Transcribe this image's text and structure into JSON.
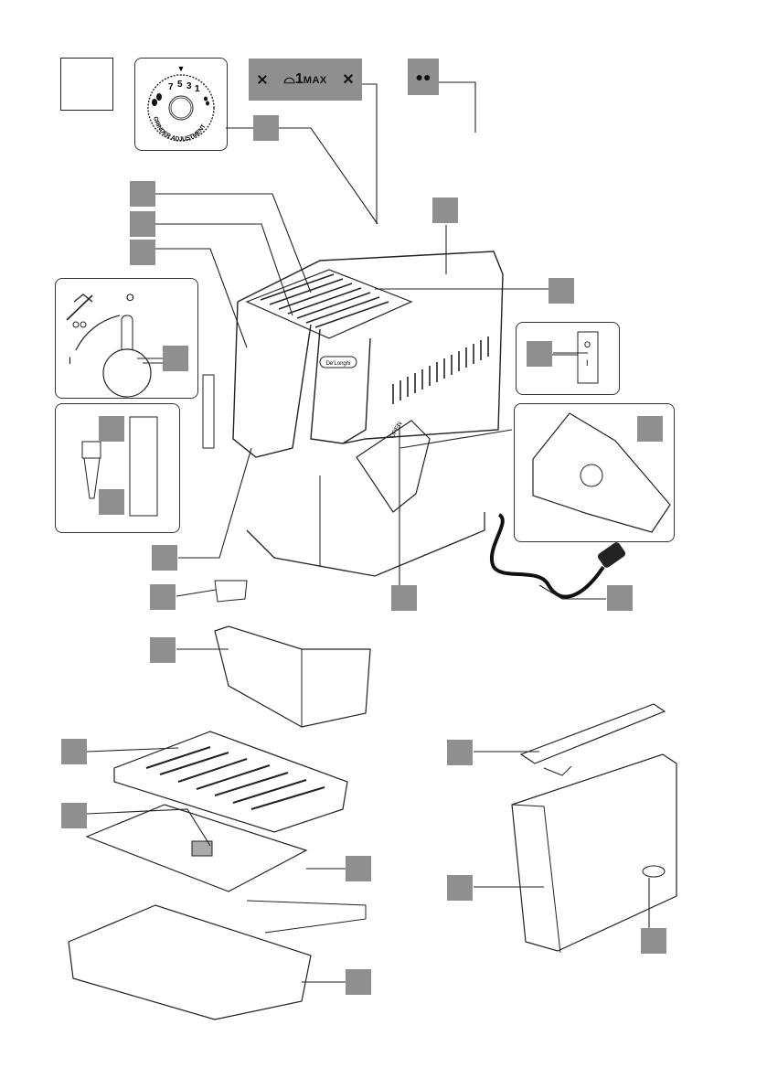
{
  "figure": {
    "type": "exploded-parts-diagram",
    "subject": "bean-to-cup coffee machine",
    "figure_letter_box": "",
    "callout_label_color": "#8f8f8f",
    "line_color": "#222222"
  },
  "grinder_dial": {
    "scale_numbers": [
      "7",
      "5",
      "3",
      "1"
    ],
    "caption": "GRINDER ADJUSTMENT",
    "pointer": "▼"
  },
  "icon_strip": {
    "icons": [
      "no-ground-coffee-icon",
      "measuring-scoop-icon",
      "no-beans-icon"
    ],
    "scoop_text": "1",
    "max_text": "MAX"
  },
  "bean_container_lid": {
    "badge_icon": "coffee-beans-icon",
    "badge_glyph": "●●"
  },
  "power_switch": {
    "on_symbol": "I",
    "off_symbol": "O"
  },
  "steam_dial": {
    "top_symbol": "O",
    "bottom_symbol": "I"
  },
  "brand_logo": "De'Longhi",
  "infuser_door_text": "OPEN",
  "callouts": [
    {
      "id": "fig-letter"
    },
    {
      "id": "grinder-adjustment-dial"
    },
    {
      "id": "pre-ground-coffee-funnel-lid"
    },
    {
      "id": "bean-container-lid"
    },
    {
      "id": "cup-warming-tray"
    },
    {
      "id": "steam-knob-button"
    },
    {
      "id": "water-tank-lid-callout"
    },
    {
      "id": "bean-container"
    },
    {
      "id": "pre-ground-funnel"
    },
    {
      "id": "steam-dial"
    },
    {
      "id": "main-switch"
    },
    {
      "id": "brew-unit"
    },
    {
      "id": "water-softener-filter"
    },
    {
      "id": "cappuccino-maker-nozzle"
    },
    {
      "id": "coffee-spout"
    },
    {
      "id": "power-cable"
    },
    {
      "id": "infuser-door"
    },
    {
      "id": "measuring-scoop"
    },
    {
      "id": "coffee-grounds-container"
    },
    {
      "id": "cup-tray"
    },
    {
      "id": "drip-tray-level-indicator"
    },
    {
      "id": "drip-tray"
    },
    {
      "id": "water-tank-lid"
    },
    {
      "id": "water-tank"
    },
    {
      "id": "condensate-tray"
    },
    {
      "id": "water-softener-float"
    }
  ]
}
